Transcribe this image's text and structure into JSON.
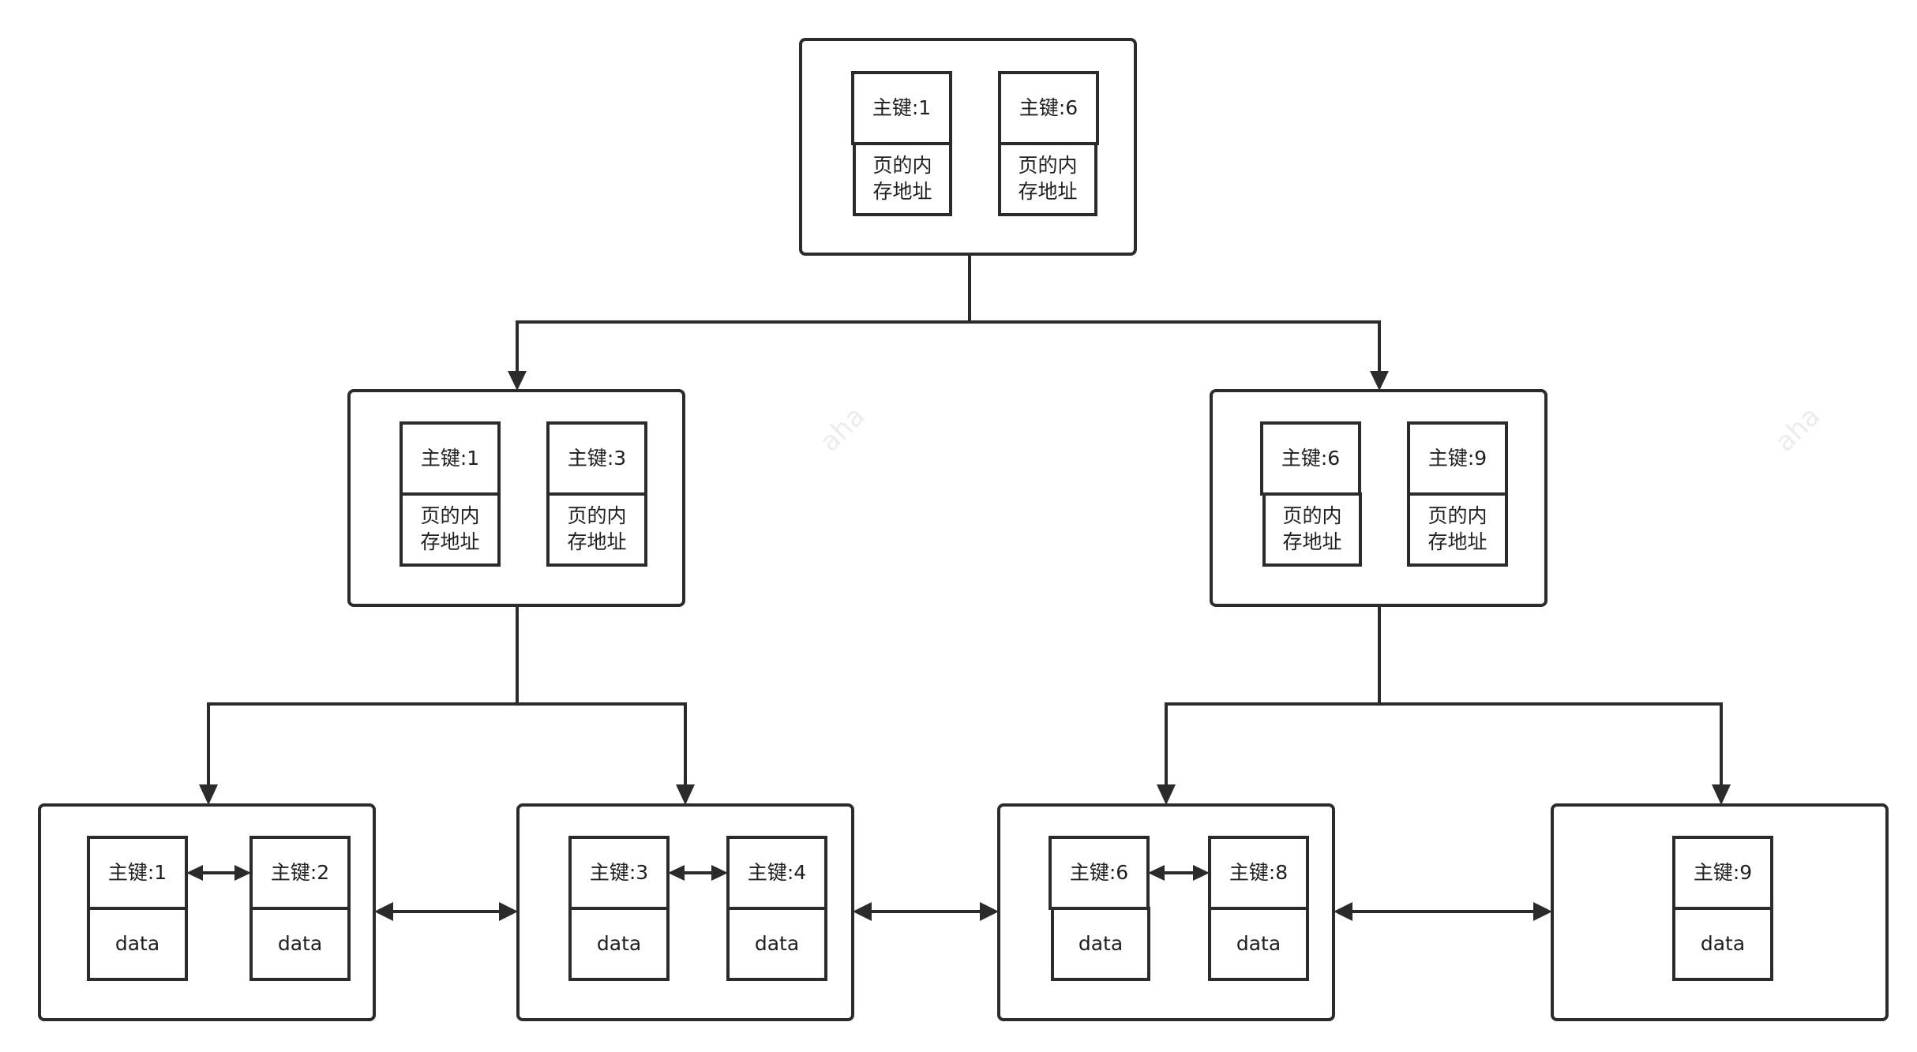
{
  "diagram": {
    "watermark": "aha",
    "colors": {
      "stroke": "#2b2b2b",
      "text": "#1f1f1f",
      "background": "#ffffff",
      "watermark": "#ececec"
    },
    "root": {
      "entries": [
        {
          "key": "主键:1",
          "pointer_line1": "页的内",
          "pointer_line2": "存地址"
        },
        {
          "key": "主键:6",
          "pointer_line1": "页的内",
          "pointer_line2": "存地址"
        }
      ]
    },
    "internal_left": {
      "entries": [
        {
          "key": "主键:1",
          "pointer_line1": "页的内",
          "pointer_line2": "存地址"
        },
        {
          "key": "主键:3",
          "pointer_line1": "页的内",
          "pointer_line2": "存地址"
        }
      ]
    },
    "internal_right": {
      "entries": [
        {
          "key": "主键:6",
          "pointer_line1": "页的内",
          "pointer_line2": "存地址"
        },
        {
          "key": "主键:9",
          "pointer_line1": "页的内",
          "pointer_line2": "存地址"
        }
      ]
    },
    "leaves": [
      {
        "entries": [
          {
            "key": "主键:1",
            "value": "data"
          },
          {
            "key": "主键:2",
            "value": "data"
          }
        ]
      },
      {
        "entries": [
          {
            "key": "主键:3",
            "value": "data"
          },
          {
            "key": "主键:4",
            "value": "data"
          }
        ]
      },
      {
        "entries": [
          {
            "key": "主键:6",
            "value": "data"
          },
          {
            "key": "主键:8",
            "value": "data"
          }
        ]
      },
      {
        "entries": [
          {
            "key": "主键:9",
            "value": "data"
          }
        ]
      }
    ]
  }
}
